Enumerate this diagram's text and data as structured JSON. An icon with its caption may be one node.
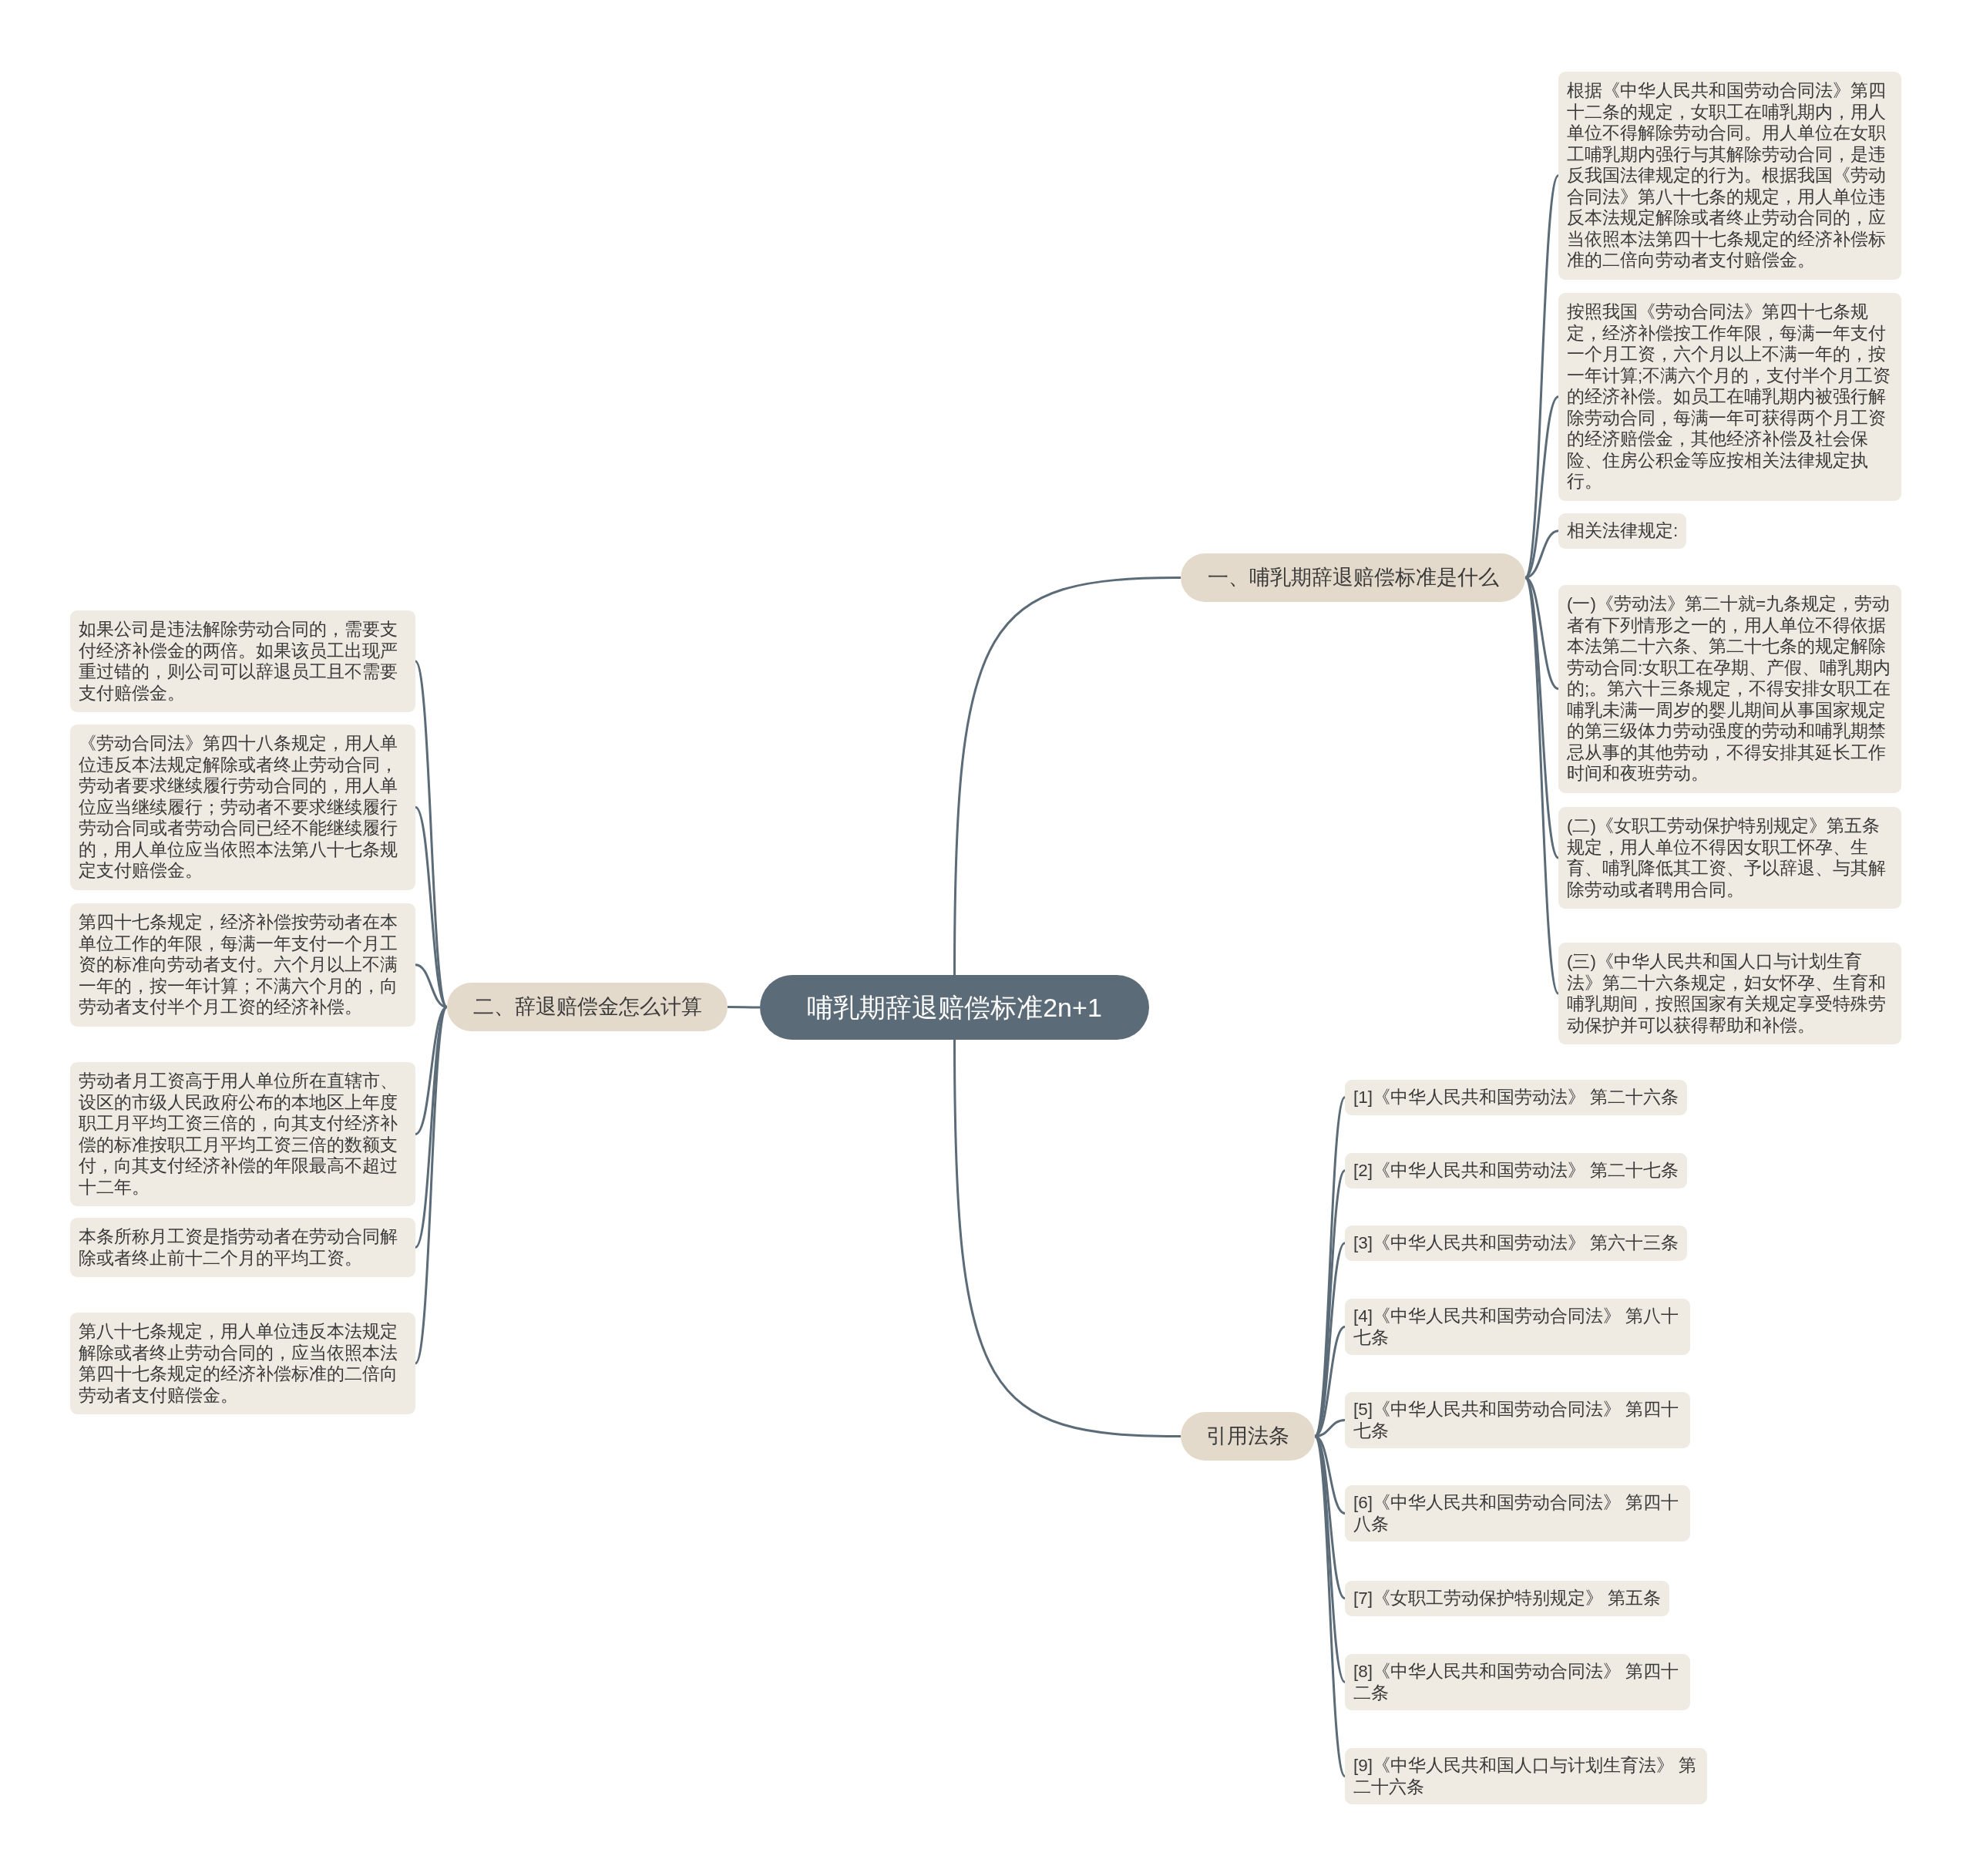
{
  "diagram": {
    "nodes": [
      {
        "text": [
          "哺乳期辞退赔偿标准2n+1"
        ]
      },
      {
        "text": [
          "一、哺乳期辞退赔偿标准是什么"
        ]
      },
      {
        "text": [
          "根据《中华人民共和国劳动合同法》第四十二条的规定，女职工在哺乳期内，用人单位不得解除劳动合同。用人单位在女职工哺乳期内强行与其解除劳动合同，是违反我国法律规定的行为。根据我国《劳动合同法》第八十七条的规定，用人单位违反本法规定解除或者终止劳动合同的，应当依照本法第四十七条规定的经济补偿标准的二倍向劳动者支付赔偿金。"
        ]
      },
      {
        "text": [
          "按照我国《劳动合同法》第四十七条规定，经济补偿按工作年限，每满一年支付一个月工资，六个月以上不满一年的，按一年计算;不满六个月的，支付半个月工资的经济补偿。如员工在哺乳期内被强行解除劳动合同，每满一年可获得两个月工资的经济赔偿金，其他经济补偿及社会保险、住房公积金等应按相关法律规定执行。"
        ]
      },
      {
        "text": [
          "相关法律规定:"
        ]
      },
      {
        "text": [
          "(一)《劳动法》第二十就=九条规定，劳动者有下列情形之一的，用人单位不得依据本法第二十六条、第二十七条的规定解除劳动合同:女职工在孕期、产假、哺乳期内的;。第六十三条规定，不得安排女职工在哺乳未满一周岁的婴儿期间从事国家规定的第三级体力劳动强度的劳动和哺乳期禁忌从事的其他劳动，不得安排其延长工作时间和夜班劳动。"
        ]
      },
      {
        "text": [
          "(二)《女职工劳动保护特别规定》第五条规定，用人单位不得因女职工怀孕、生育、哺乳降低其工资、予以辞退、与其解除劳动或者聘用合同。"
        ]
      },
      {
        "text": [
          "(三)《中华人民共和国人口与计划生育法》第二十六条规定，妇女怀孕、生育和哺乳期间，按照国家有关规定享受特殊劳动保护并可以获得帮助和补偿。"
        ]
      },
      {
        "text": [
          "二、辞退赔偿金怎么计算"
        ]
      },
      {
        "text": [
          "如果公司是违法解除劳动合同的，需要支付经济补偿金的两倍。如果该员工出现严重过错的，则公司可以辞退员工且不需要支付赔偿金。"
        ]
      },
      {
        "text": [
          "《劳动合同法》第四十八条规定，用人单位违反本法规定解除或者终止劳动合同，劳动者要求继续履行劳动合同的，用人单位应当继续履行；劳动者不要求继续履行劳动合同或者劳动合同已经不能继续履行的，用人单位应当依照本法第八十七条规定支付赔偿金。"
        ]
      },
      {
        "text": [
          "第四十七条规定，经济补偿按劳动者在本单位工作的年限，每满一年支付一个月工资的标准向劳动者支付。六个月以上不满一年的，按一年计算；不满六个月的，向劳动者支付半个月工资的经济补偿。"
        ]
      },
      {
        "text": [
          "劳动者月工资高于用人单位所在直辖市、设区的市级人民政府公布的本地区上年度职工月平均工资三倍的，向其支付经济补偿的标准按职工月平均工资三倍的数额支付，向其支付经济补偿的年限最高不超过十二年。"
        ]
      },
      {
        "text": [
          "本条所称月工资是指劳动者在劳动合同解除或者终止前十二个月的平均工资。"
        ]
      },
      {
        "text": [
          "第八十七条规定，用人单位违反本法规定解除或者终止劳动合同的，应当依照本法第四十七条规定的经济补偿标准的二倍向劳动者支付赔偿金。"
        ]
      },
      {
        "text": [
          "引用法条"
        ]
      },
      {
        "text": [
          "[1]《中华人民共和国劳动法》 第二十六条"
        ]
      },
      {
        "text": [
          "[2]《中华人民共和国劳动法》 第二十七条"
        ]
      },
      {
        "text": [
          "[3]《中华人民共和国劳动法》 第六十三条"
        ]
      },
      {
        "text": [
          "[4]《中华人民共和国劳动合同法》 第八十七条"
        ]
      },
      {
        "text": [
          "[5]《中华人民共和国劳动合同法》 第四十七条"
        ]
      },
      {
        "text": [
          "[6]《中华人民共和国劳动合同法》 第四十八条"
        ]
      },
      {
        "text": [
          "[7]《女职工劳动保护特别规定》 第五条"
        ]
      },
      {
        "text": [
          "[8]《中华人民共和国劳动合同法》 第四十二条"
        ]
      },
      {
        "text": [
          "[9]《中华人民共和国人口与计划生育法》 第二十六条"
        ]
      }
    ],
    "edges": [
      {
        "from": 0,
        "to": 1,
        "arrow": "none"
      },
      {
        "from": 0,
        "to": 8,
        "arrow": "none"
      },
      {
        "from": 0,
        "to": 15,
        "arrow": "none"
      },
      {
        "from": 1,
        "to": 2,
        "arrow": "none"
      },
      {
        "from": 1,
        "to": 3,
        "arrow": "none"
      },
      {
        "from": 1,
        "to": 4,
        "arrow": "none"
      },
      {
        "from": 1,
        "to": 5,
        "arrow": "none"
      },
      {
        "from": 1,
        "to": 6,
        "arrow": "none"
      },
      {
        "from": 1,
        "to": 7,
        "arrow": "none"
      },
      {
        "from": 8,
        "to": 9,
        "arrow": "none"
      },
      {
        "from": 8,
        "to": 10,
        "arrow": "none"
      },
      {
        "from": 8,
        "to": 11,
        "arrow": "none"
      },
      {
        "from": 8,
        "to": 12,
        "arrow": "none"
      },
      {
        "from": 8,
        "to": 13,
        "arrow": "none"
      },
      {
        "from": 8,
        "to": 14,
        "arrow": "none"
      },
      {
        "from": 15,
        "to": 16,
        "arrow": "none"
      },
      {
        "from": 15,
        "to": 17,
        "arrow": "none"
      },
      {
        "from": 15,
        "to": 18,
        "arrow": "none"
      },
      {
        "from": 15,
        "to": 19,
        "arrow": "none"
      },
      {
        "from": 15,
        "to": 20,
        "arrow": "none"
      },
      {
        "from": 15,
        "to": 21,
        "arrow": "none"
      },
      {
        "from": 15,
        "to": 22,
        "arrow": "none"
      },
      {
        "from": 15,
        "to": 23,
        "arrow": "none"
      },
      {
        "from": 15,
        "to": 24,
        "arrow": "none"
      }
    ]
  }
}
